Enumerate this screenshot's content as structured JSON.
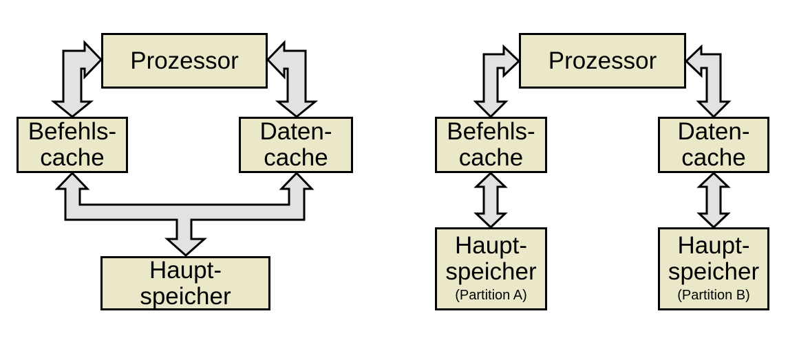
{
  "colors": {
    "box_fill": "#EAE8C8",
    "box_border": "#000000",
    "arrow_fill": "#E2E2E2",
    "arrow_border": "#000000",
    "text_color": "#000000",
    "background": "#FFFFFF"
  },
  "left": {
    "prozessor": "Prozessor",
    "befehls_line1": "Befehls-",
    "befehls_line2": "cache",
    "daten_line1": "Daten-",
    "daten_line2": "cache",
    "haupt_line1": "Haupt-",
    "haupt_line2": "speicher"
  },
  "right": {
    "prozessor": "Prozessor",
    "befehls_line1": "Befehls-",
    "befehls_line2": "cache",
    "daten_line1": "Daten-",
    "daten_line2": "cache",
    "haupt_a_line1": "Haupt-",
    "haupt_a_line2": "speicher",
    "haupt_a_partition": "(Partition A)",
    "haupt_b_line1": "Haupt-",
    "haupt_b_line2": "speicher",
    "haupt_b_partition": "(Partition B)"
  },
  "connections": {
    "left_diagram": [
      {
        "from": "Prozessor",
        "to": "Befehls-cache",
        "type": "bidirectional-elbow-arrow"
      },
      {
        "from": "Prozessor",
        "to": "Daten-cache",
        "type": "bidirectional-elbow-arrow"
      },
      {
        "from": "Haupt-speicher",
        "to": "Befehls-cache and Daten-cache",
        "type": "branched-three-headed-arrow"
      }
    ],
    "right_diagram": [
      {
        "from": "Prozessor",
        "to": "Befehls-cache",
        "type": "bidirectional-elbow-arrow"
      },
      {
        "from": "Prozessor",
        "to": "Daten-cache",
        "type": "bidirectional-elbow-arrow"
      },
      {
        "from": "Befehls-cache",
        "to": "Haupt-speicher (Partition A)",
        "type": "bidirectional-vertical-arrow"
      },
      {
        "from": "Daten-cache",
        "to": "Haupt-speicher (Partition B)",
        "type": "bidirectional-vertical-arrow"
      }
    ]
  }
}
